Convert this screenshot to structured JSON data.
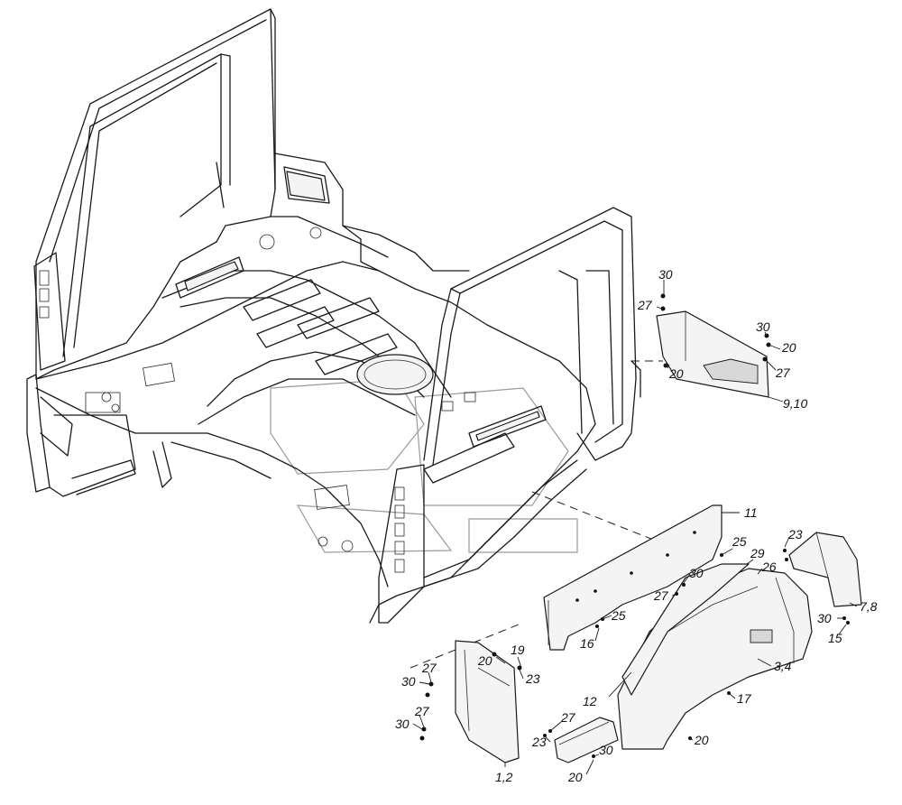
{
  "callouts": [
    {
      "id": "c1",
      "text": "30"
    },
    {
      "id": "c2",
      "text": "27"
    },
    {
      "id": "c3",
      "text": "20"
    },
    {
      "id": "c4",
      "text": "30"
    },
    {
      "id": "c5",
      "text": "20"
    },
    {
      "id": "c6",
      "text": "27"
    },
    {
      "id": "c7",
      "text": "9,10"
    },
    {
      "id": "c8",
      "text": "11"
    },
    {
      "id": "c9",
      "text": "23"
    },
    {
      "id": "c10",
      "text": "25"
    },
    {
      "id": "c11",
      "text": "29"
    },
    {
      "id": "c12",
      "text": "26"
    },
    {
      "id": "c13",
      "text": "30"
    },
    {
      "id": "c14",
      "text": "27"
    },
    {
      "id": "c15",
      "text": "25"
    },
    {
      "id": "c16",
      "text": "16"
    },
    {
      "id": "c17",
      "text": "7,8"
    },
    {
      "id": "c18",
      "text": "30"
    },
    {
      "id": "c19",
      "text": "15"
    },
    {
      "id": "c20",
      "text": "3,4"
    },
    {
      "id": "c21",
      "text": "12"
    },
    {
      "id": "c22",
      "text": "17"
    },
    {
      "id": "c23",
      "text": "20"
    },
    {
      "id": "c24",
      "text": "19"
    },
    {
      "id": "c25",
      "text": "23"
    },
    {
      "id": "c26",
      "text": "30"
    },
    {
      "id": "c27",
      "text": "27"
    },
    {
      "id": "c28",
      "text": "30"
    },
    {
      "id": "c29",
      "text": "27"
    },
    {
      "id": "c30",
      "text": "1,2"
    },
    {
      "id": "c31",
      "text": "27"
    },
    {
      "id": "c32",
      "text": "23"
    },
    {
      "id": "c33",
      "text": "30"
    },
    {
      "id": "c34",
      "text": "20"
    },
    {
      "id": "c35",
      "text": "20"
    }
  ]
}
